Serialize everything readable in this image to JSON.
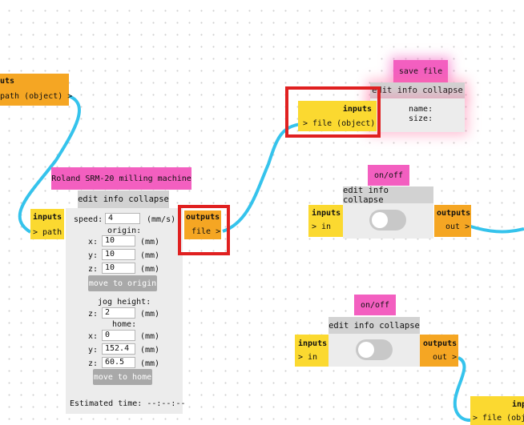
{
  "colors": {
    "wire": "#35c3ec",
    "highlight": "#e02020",
    "pink": "#f35fc0",
    "orange": "#f5a623",
    "yellow": "#fbd930"
  },
  "left_node": {
    "header": "uts",
    "port": "path (object) >"
  },
  "save_file": {
    "title": "save file",
    "bar": "edit info collapse",
    "name_label": "name:",
    "size_label": "size:",
    "inputs_header": "inputs",
    "inputs_port": "> file (object)"
  },
  "roland": {
    "title": "Roland SRM-20 milling machine",
    "bar": "edit info collapse",
    "inputs_header": "inputs",
    "inputs_port": "> path",
    "outputs_header": "outputs",
    "outputs_port": "file >",
    "speed_label": "speed:",
    "speed_value": "4",
    "speed_unit": "(mm/s)",
    "origin_label": "origin:",
    "origin": [
      {
        "axis": "x:",
        "value": "10",
        "unit": "(mm)"
      },
      {
        "axis": "y:",
        "value": "10",
        "unit": "(mm)"
      },
      {
        "axis": "z:",
        "value": "10",
        "unit": "(mm)"
      }
    ],
    "move_origin": "move to origin",
    "jog_label": "jog height:",
    "jog_axis": "z:",
    "jog_value": "2",
    "jog_unit": "(mm)",
    "home_label": "home:",
    "home": [
      {
        "axis": "x:",
        "value": "0",
        "unit": "(mm)"
      },
      {
        "axis": "y:",
        "value": "152.4",
        "unit": "(mm)"
      },
      {
        "axis": "z:",
        "value": "60.5",
        "unit": "(mm)"
      }
    ],
    "move_home": "move to home",
    "estimated": "Estimated time: --:--:--"
  },
  "onoff1": {
    "title": "on/off",
    "bar": "edit info collapse",
    "inputs_header": "inputs",
    "inputs_port": "> in",
    "outputs_header": "outputs",
    "outputs_port": "out >"
  },
  "onoff2": {
    "title": "on/off",
    "bar": "edit info collapse",
    "inputs_header": "inputs",
    "inputs_port": "> in",
    "outputs_header": "outputs",
    "outputs_port": "out >"
  },
  "bottom_right": {
    "header": "inp",
    "port": "> file (object)"
  }
}
